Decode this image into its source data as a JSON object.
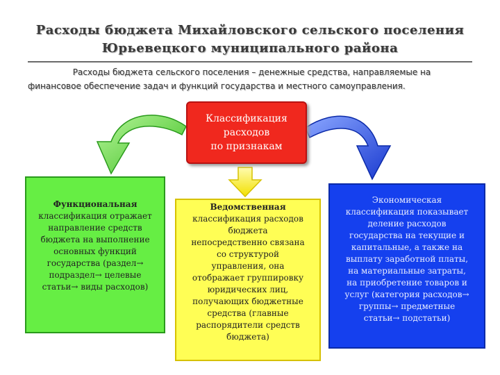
{
  "title": {
    "line1": "Расходы бюджета Михайловского сельского поселения",
    "line2": "Юрьевецкого муниципального района"
  },
  "intro": {
    "line1": "Расходы бюджета сельского поселения – денежные средства, направляемые на",
    "line2": "финансовое обеспечение задач и функций государства и местного самоуправления."
  },
  "center": {
    "lines": [
      "Классификация",
      "расходов",
      "по признакам"
    ]
  },
  "functional": {
    "head": "Функциональная",
    "lines": [
      "классификация отражает",
      "направление средств",
      "бюджета на выполнение",
      "основных функций",
      "государства (раздел→",
      "подраздел→ целевые",
      "статьи→ виды расходов)"
    ]
  },
  "departmental": {
    "head": "Ведомственная",
    "lines": [
      "классификация расходов",
      "бюджета",
      "непосредственно связана",
      "со структурой",
      "управления, она",
      "отображает группировку",
      "юридических лиц,",
      "получающих бюджетные",
      "средства (главные",
      "распорядители средств",
      "бюджета)"
    ]
  },
  "economic": {
    "head": "Экономическая",
    "lines": [
      "классификация показывает",
      "деление расходов",
      "государства на текущие и",
      "капитальные, а также на",
      "выплату заработной платы,",
      "на материальные затраты,",
      "на приобретение товаров и",
      "услуг (категория расходов→",
      "группы→ предметные",
      "статьи→ подстатьи)"
    ]
  },
  "colors": {
    "red": "#f0281e",
    "green": "#66ee44",
    "yellow": "#fffe55",
    "blue": "#1540ee"
  }
}
